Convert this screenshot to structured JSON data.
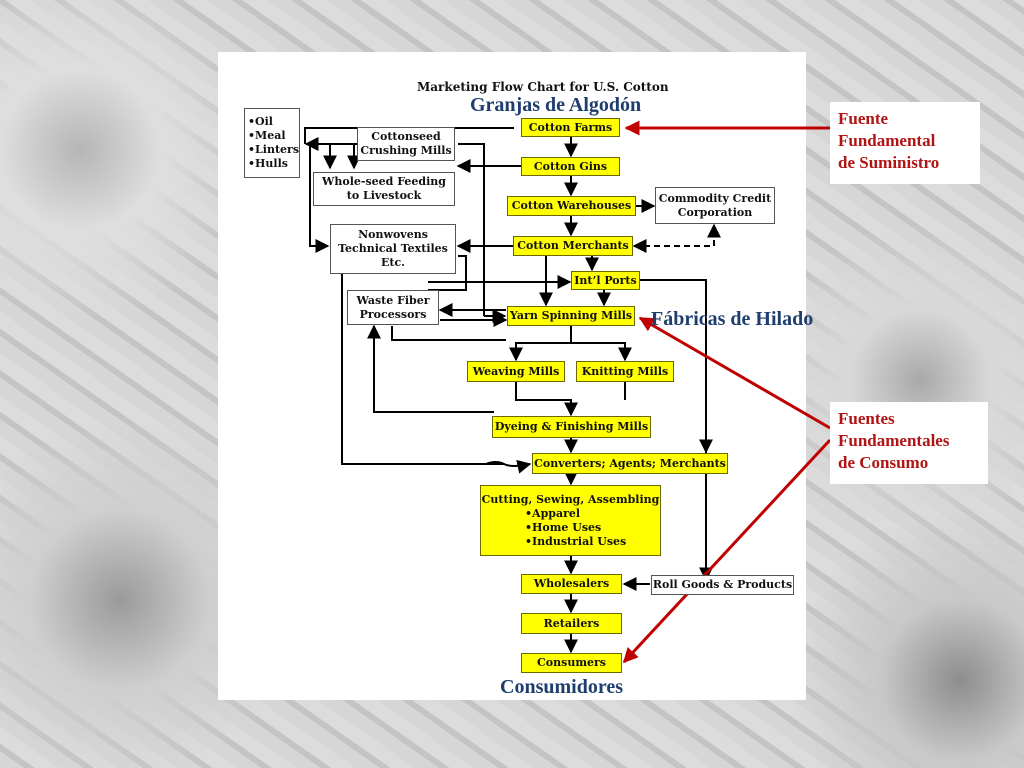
{
  "title": "Marketing Flow Chart for U.S. Cotton",
  "labels": {
    "farms_es": "Granjas de Algodón",
    "spinning_es": "Fábricas de Hilado",
    "consumers_es": "Consumidores"
  },
  "callouts": {
    "supply": [
      "Fuente",
      "Fundamental",
      "de Suministro"
    ],
    "consumption": [
      "Fuentes",
      "Fundamentales",
      "de Consumo"
    ]
  },
  "nodes": {
    "by_products": [
      "Oil",
      "Meal",
      "Linters",
      "Hulls"
    ],
    "cottonseed_crushing": "Cottonseed Crushing Mills",
    "whole_seed": "Whole-seed Feeding to Livestock",
    "nonwovens": "Nonwovens Technical Textiles Etc.",
    "waste_fiber": "Waste Fiber Processors",
    "cotton_farms": "Cotton Farms",
    "cotton_gins": "Cotton Gins",
    "cotton_warehouses": "Cotton Warehouses",
    "ccc": "Commodity Credit Corporation",
    "cotton_merchants": "Cotton Merchants",
    "intl_ports": "Int’l Ports",
    "yarn_spinning": "Yarn Spinning Mills",
    "weaving": "Weaving Mills",
    "knitting": "Knitting Mills",
    "dyeing": "Dyeing & Finishing Mills",
    "converters": "Converters; Agents; Merchants",
    "cutting_title": "Cutting, Sewing, Assembling",
    "cutting_items": [
      "Apparel",
      "Home Uses",
      "Industrial Uses"
    ],
    "wholesalers": "Wholesalers",
    "roll_goods": "Roll Goods & Products",
    "retailers": "Retailers",
    "consumers": "Consumers"
  },
  "colors": {
    "node_fill": "#ffff00",
    "callout_text": "#b11414",
    "callout_arrow": "#c00000",
    "spanish_label": "#1f3d6e"
  }
}
